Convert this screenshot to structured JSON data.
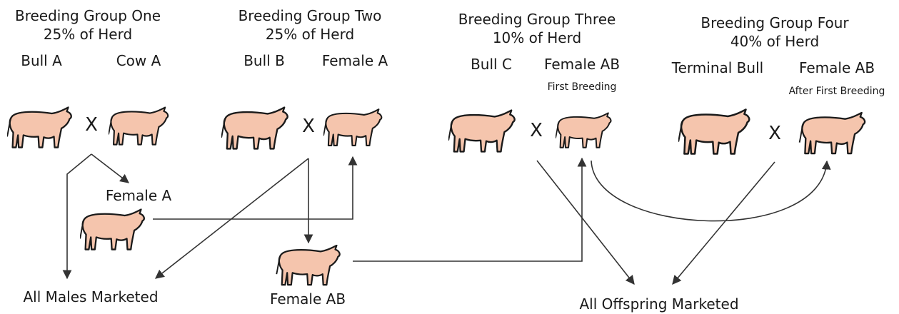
{
  "groups": [
    {
      "title": "Breeding Group One",
      "share": "25% of Herd",
      "sire": "Bull A",
      "dam": "Cow A",
      "dam_note": ""
    },
    {
      "title": "Breeding Group Two",
      "share": "25% of Herd",
      "sire": "Bull B",
      "dam": "Female A",
      "dam_note": ""
    },
    {
      "title": "Breeding Group Three",
      "share": "10% of Herd",
      "sire": "Bull C",
      "dam": "Female AB",
      "dam_note": "First Breeding"
    },
    {
      "title": "Breeding Group Four",
      "share": "40% of Herd",
      "sire": "Terminal Bull",
      "dam": "Female AB",
      "dam_note": "After First Breeding"
    }
  ],
  "cross_symbol": "X",
  "offspring": {
    "female_a": "Female A",
    "female_ab": "Female AB"
  },
  "outcomes": {
    "males_marketed": "All Males Marketed",
    "offspring_marketed": "All Offspring Marketed"
  },
  "colors": {
    "cow_fill": "#f5c5ad",
    "outline": "#1a1a1a",
    "arrow": "#333333"
  }
}
